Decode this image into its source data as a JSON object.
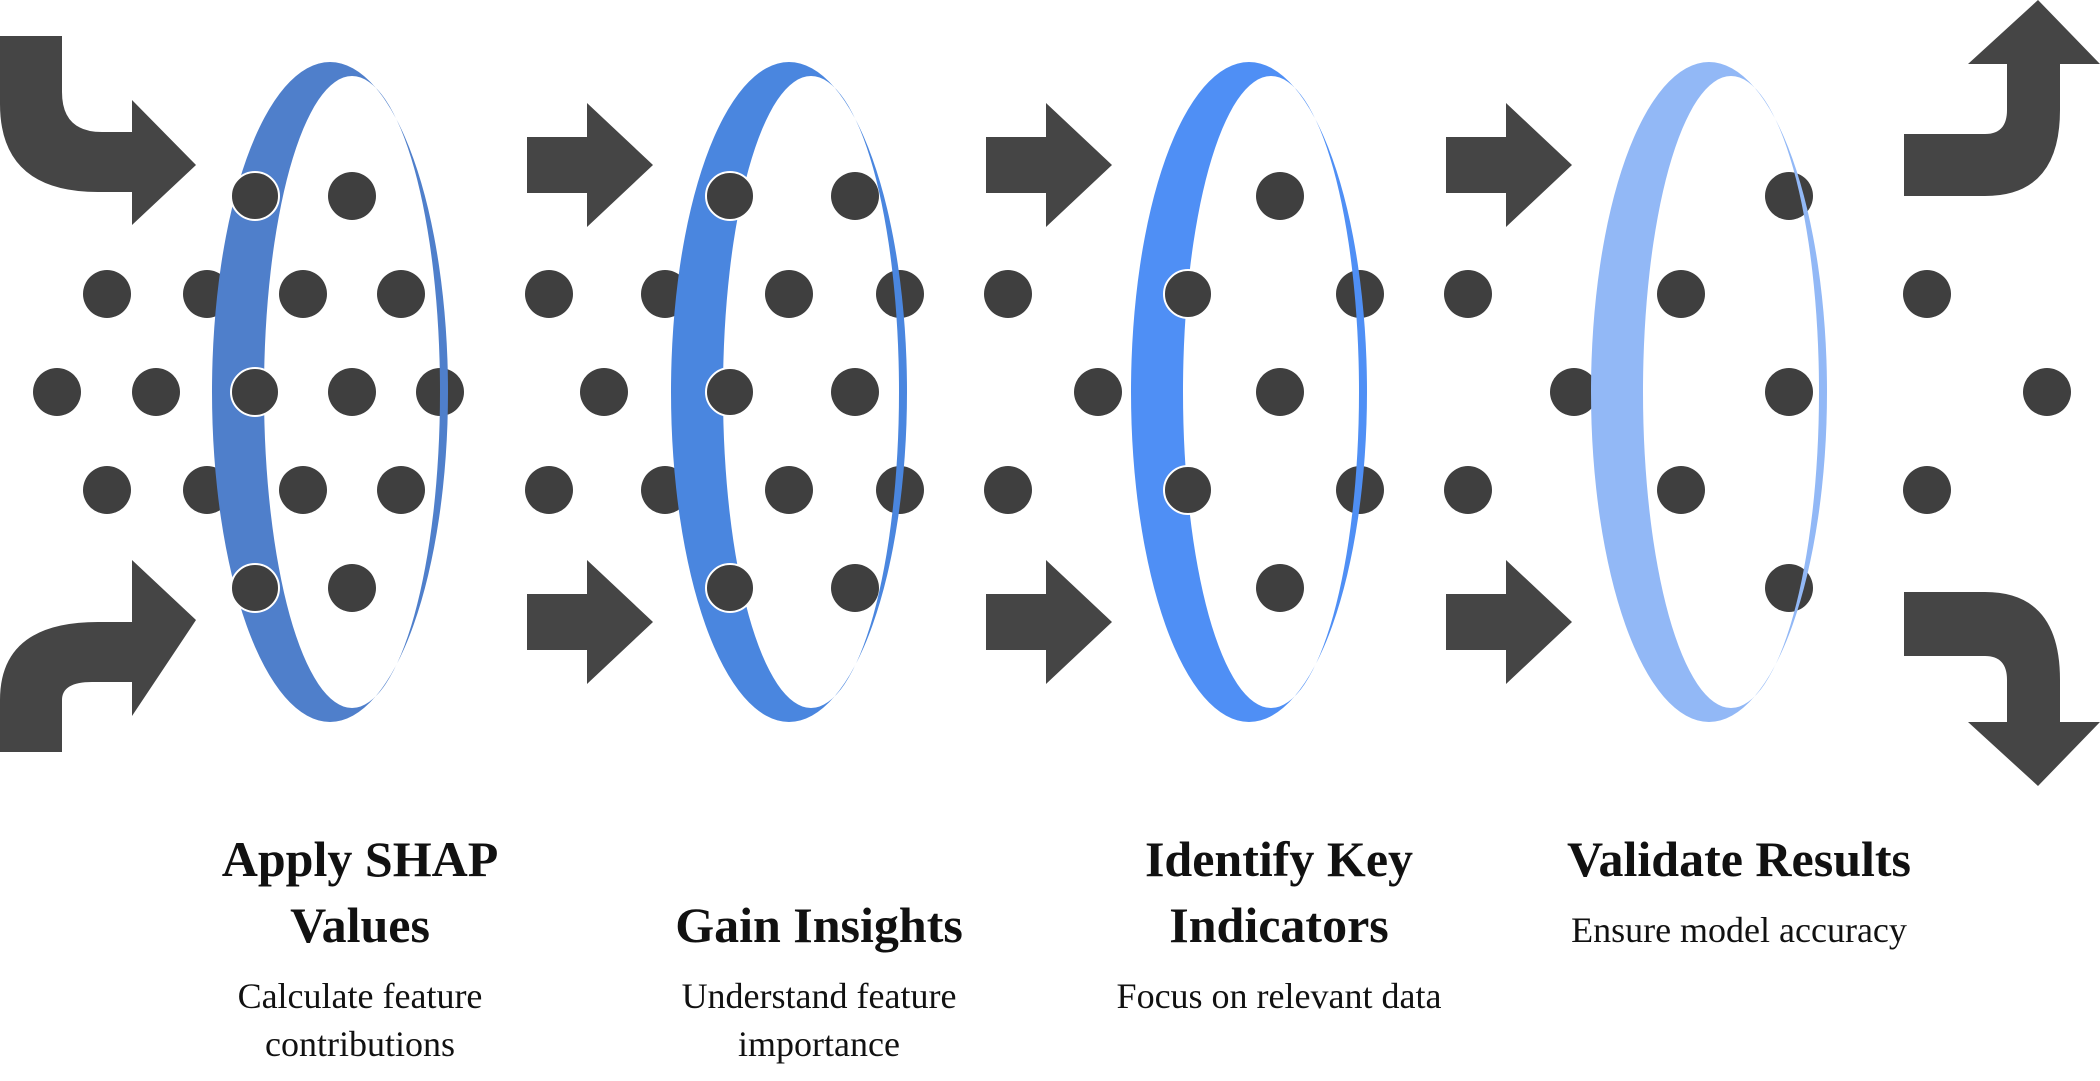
{
  "colors": {
    "arrow": "#454545",
    "dot": "#3f3f3f",
    "dot_outline": "#ffffff",
    "ring_1": "#4f7fcb",
    "ring_2": "#4a86df",
    "ring_3": "#4f8ff5",
    "ring_4": "#92b8f6"
  },
  "steps": [
    {
      "title": "Apply SHAP Values",
      "description": "Calculate feature contributions",
      "ring_color_key": "ring_1"
    },
    {
      "title": "Gain Insights",
      "description": "Understand feature importance",
      "ring_color_key": "ring_2"
    },
    {
      "title": "Identify Key Indicators",
      "description": "Focus on relevant data",
      "ring_color_key": "ring_3"
    },
    {
      "title": "Validate Results",
      "description": "Ensure model accuracy",
      "ring_color_key": "ring_4"
    }
  ],
  "icons": {
    "inflow_top": "curved-arrow-right-icon",
    "inflow_bottom": "curved-arrow-right-icon",
    "flow": "arrow-right-icon",
    "outflow_top": "curved-arrow-up-icon",
    "outflow_bottom": "curved-arrow-down-icon"
  }
}
